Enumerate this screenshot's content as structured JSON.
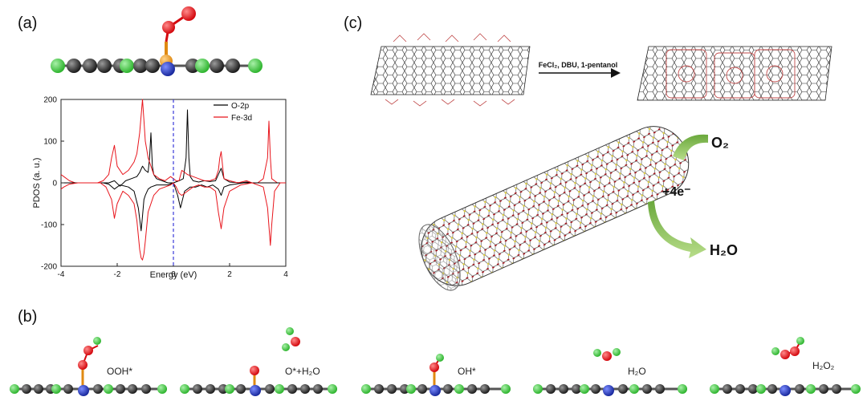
{
  "panels": {
    "a": "(a)",
    "b": "(b)",
    "c": "(c)"
  },
  "chart_data": {
    "type": "line",
    "xlabel": "Energy (eV)",
    "ylabel": "PDOS (a. u.)",
    "xlim": [
      -4,
      4
    ],
    "ylim": [
      -200,
      200
    ],
    "xticks": [
      -4,
      -2,
      0,
      2,
      4
    ],
    "yticks": [
      -200,
      -100,
      0,
      100,
      200
    ],
    "legend_position": "top-right",
    "fermi_level": 0,
    "series": [
      {
        "name": "O-2p",
        "color": "#000000",
        "x": [
          -4,
          -3.7,
          -3.5,
          -3.3,
          -3.0,
          -2.6,
          -2.3,
          -2.1,
          -1.9,
          -1.7,
          -1.5,
          -1.3,
          -1.2,
          -1.1,
          -1.0,
          -0.9,
          -0.85,
          -0.8,
          -0.75,
          -0.7,
          -0.6,
          -0.4,
          -0.2,
          0,
          0.2,
          0.35,
          0.45,
          0.5,
          0.55,
          0.6,
          0.7,
          0.9,
          1.1,
          1.3,
          1.5,
          1.6,
          1.7,
          1.8,
          2.0,
          2.4,
          2.6,
          2.8,
          3.2,
          3.6,
          4
        ],
        "y": [
          0,
          0,
          0,
          0,
          0,
          0,
          0,
          5,
          -8,
          5,
          10,
          15,
          25,
          40,
          30,
          25,
          60,
          120,
          40,
          20,
          10,
          5,
          0,
          0,
          5,
          10,
          60,
          175,
          60,
          15,
          5,
          2,
          5,
          3,
          5,
          20,
          35,
          10,
          2,
          0,
          2,
          0,
          0,
          0,
          0
        ]
      },
      {
        "name": "Fe-3d",
        "color": "#e8141b",
        "x": [
          -4,
          -3.9,
          -3.7,
          -3.5,
          -3.3,
          -3.0,
          -2.7,
          -2.5,
          -2.3,
          -2.2,
          -2.1,
          -2.0,
          -1.8,
          -1.6,
          -1.4,
          -1.3,
          -1.2,
          -1.1,
          -1.05,
          -1.0,
          -0.95,
          -0.9,
          -0.85,
          -0.8,
          -0.7,
          -0.5,
          -0.3,
          -0.1,
          0,
          0.1,
          0.2,
          0.3,
          0.5,
          0.7,
          0.9,
          1.1,
          1.3,
          1.5,
          1.6,
          1.65,
          1.7,
          1.75,
          1.8,
          2.0,
          2.3,
          2.6,
          2.8,
          3.0,
          3.2,
          3.35,
          3.4,
          3.45,
          3.5,
          3.7,
          4
        ],
        "y": [
          20,
          15,
          5,
          0,
          0,
          0,
          0,
          5,
          20,
          60,
          90,
          40,
          20,
          30,
          50,
          70,
          120,
          200,
          150,
          100,
          80,
          60,
          50,
          40,
          20,
          10,
          5,
          15,
          10,
          5,
          5,
          30,
          20,
          15,
          10,
          5,
          5,
          10,
          30,
          60,
          75,
          40,
          10,
          5,
          0,
          5,
          0,
          0,
          10,
          60,
          148,
          60,
          10,
          0,
          0
        ]
      },
      {
        "name": "O-2p",
        "color": "#000000",
        "x": [
          -4,
          -3.5,
          -3.0,
          -2.5,
          -2.3,
          -2.1,
          -1.9,
          -1.6,
          -1.4,
          -1.25,
          -1.15,
          -1.1,
          -1.05,
          -1.0,
          -0.9,
          -0.8,
          -0.6,
          -0.4,
          -0.2,
          0,
          0.15,
          0.25,
          0.4,
          0.6,
          0.8,
          1.0,
          1.2,
          1.4,
          1.6,
          1.7,
          1.8,
          2.0,
          2.5,
          3.0,
          4
        ],
        "y": [
          0,
          0,
          0,
          0,
          -3,
          -15,
          -5,
          -10,
          -20,
          -60,
          -115,
          -80,
          -40,
          -30,
          -15,
          -10,
          -5,
          -5,
          -5,
          0,
          -30,
          -60,
          -20,
          -10,
          -10,
          -5,
          -10,
          -5,
          -15,
          -30,
          -10,
          -5,
          0,
          0,
          0
        ]
      },
      {
        "name": "Fe-3d",
        "color": "#e8141b",
        "x": [
          -4,
          -3.9,
          -3.7,
          -3.4,
          -3.0,
          -2.6,
          -2.4,
          -2.2,
          -2.1,
          -2.0,
          -1.8,
          -1.6,
          -1.4,
          -1.3,
          -1.2,
          -1.15,
          -1.1,
          -1.05,
          -1.0,
          -0.9,
          -0.7,
          -0.5,
          -0.3,
          -0.1,
          0,
          0.1,
          0.2,
          0.3,
          0.5,
          0.7,
          0.9,
          1.1,
          1.3,
          1.5,
          1.6,
          1.7,
          1.8,
          2.0,
          2.4,
          2.8,
          3.2,
          3.35,
          3.45,
          3.5,
          3.6,
          3.8,
          4
        ],
        "y": [
          -15,
          -10,
          -3,
          0,
          0,
          0,
          -10,
          -40,
          -85,
          -50,
          -20,
          -30,
          -50,
          -90,
          -160,
          -180,
          -185,
          -170,
          -140,
          -70,
          -30,
          -15,
          -10,
          -5,
          0,
          -10,
          -25,
          -30,
          -20,
          -10,
          -5,
          -10,
          -10,
          -20,
          -70,
          -110,
          -60,
          -20,
          -5,
          0,
          -10,
          -60,
          -150,
          -100,
          -20,
          0,
          0
        ]
      }
    ]
  },
  "scheme_c": {
    "reagents": "FeCl₂, DBU, 1-pentanol",
    "reactant": "O₂",
    "electrons": "+4e⁻",
    "product": "H₂O"
  },
  "intermediates_b": [
    {
      "label": "OOH*"
    },
    {
      "label": "O*+H₂O"
    },
    {
      "label": "OH*"
    },
    {
      "label": "H₂O"
    },
    {
      "label": "H₂O₂"
    }
  ]
}
